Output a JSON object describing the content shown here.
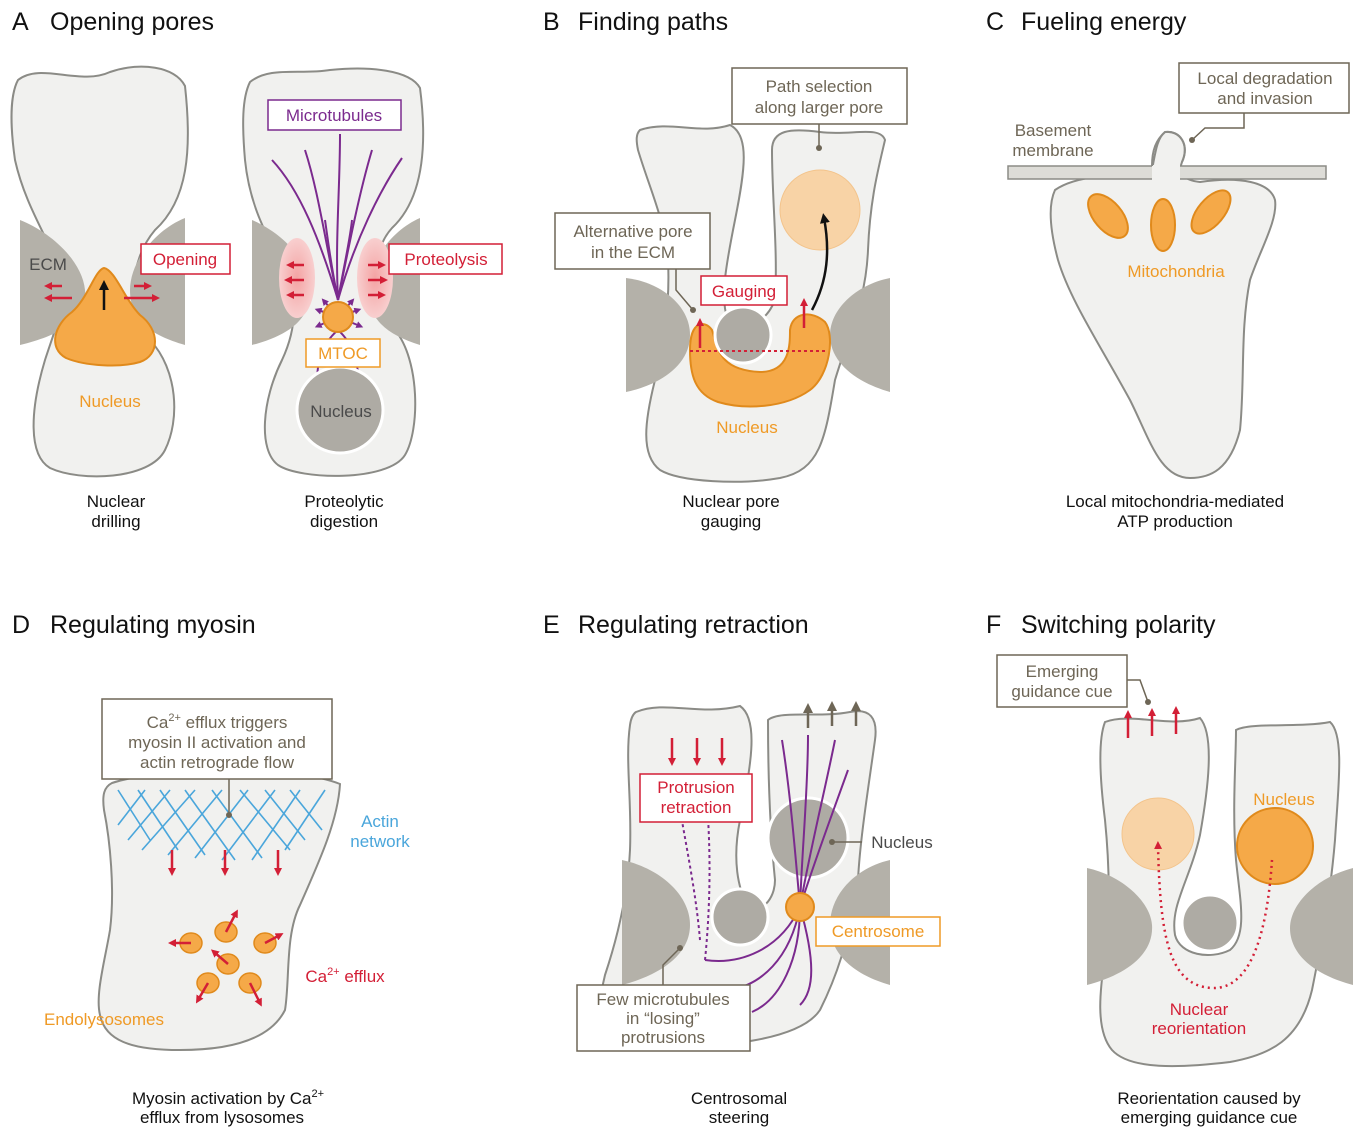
{
  "panels": {
    "A": {
      "letter": "A",
      "title": "Opening pores",
      "labels": {
        "ecm": "ECM",
        "opening": "Opening",
        "nucleus": "Nucleus",
        "microtubules": "Microtubules",
        "proteolysis": "Proteolysis",
        "mtoc": "MTOC",
        "nucleus2": "Nucleus"
      },
      "captions": {
        "left_1": "Nuclear",
        "left_2": "drilling",
        "right_1": "Proteolytic",
        "right_2": "digestion"
      }
    },
    "B": {
      "letter": "B",
      "title": "Finding paths",
      "labels": {
        "path_1": "Path selection",
        "path_2": "along larger pore",
        "alt_1": "Alternative pore",
        "alt_2": "in the ECM",
        "gauging": "Gauging",
        "nucleus": "Nucleus"
      },
      "captions": {
        "line_1": "Nuclear pore",
        "line_2": "gauging"
      }
    },
    "C": {
      "letter": "C",
      "title": "Fueling energy",
      "labels": {
        "local_1": "Local degradation",
        "local_2": "and invasion",
        "bm_1": "Basement",
        "bm_2": "membrane",
        "mito": "Mitochondria"
      },
      "captions": {
        "line_1": "Local mitochondria-mediated",
        "line_2": "ATP production"
      }
    },
    "D": {
      "letter": "D",
      "title": "Regulating myosin",
      "labels": {
        "box_1a": "Ca",
        "box_1sup": "2+",
        "box_1b": " efflux triggers",
        "box_2": "myosin II activation and",
        "box_3": "actin retrograde flow",
        "actin_1": "Actin",
        "actin_2": "network",
        "ca_a": "Ca",
        "ca_sup": "2+",
        "ca_b": " efflux",
        "endo": "Endolysosomes"
      },
      "captions": {
        "line_1a": "Myosin activation by Ca",
        "line_1sup": "2+",
        "line_2": "efflux from lysosomes"
      }
    },
    "E": {
      "letter": "E",
      "title": "Regulating retraction",
      "labels": {
        "prot_1": "Protrusion",
        "prot_2": "retraction",
        "nucleus": "Nucleus",
        "centrosome": "Centrosome",
        "few_1": "Few microtubules",
        "few_2": "in “losing”",
        "few_3": "protrusions"
      },
      "captions": {
        "line_1": "Centrosomal",
        "line_2": "steering"
      }
    },
    "F": {
      "letter": "F",
      "title": "Switching polarity",
      "labels": {
        "cue_1": "Emerging",
        "cue_2": "guidance cue",
        "nucleus": "Nucleus",
        "reor_1": "Nuclear",
        "reor_2": "reorientation"
      },
      "captions": {
        "line_1": "Reorientation caused by",
        "line_2": "emerging guidance cue"
      }
    }
  },
  "colors": {
    "cell_fill": "#f1f1ef",
    "cell_stroke": "#8b8b86",
    "ecm": "#b4b1a9",
    "nucleus_orange": "#f5a948",
    "nucleus_gray": "#aeaba4",
    "red": "#d31f36",
    "purple": "#7b2a8e",
    "orange_text": "#ef9a26",
    "blue": "#4aa6db",
    "label_gray": "#6e6656"
  }
}
